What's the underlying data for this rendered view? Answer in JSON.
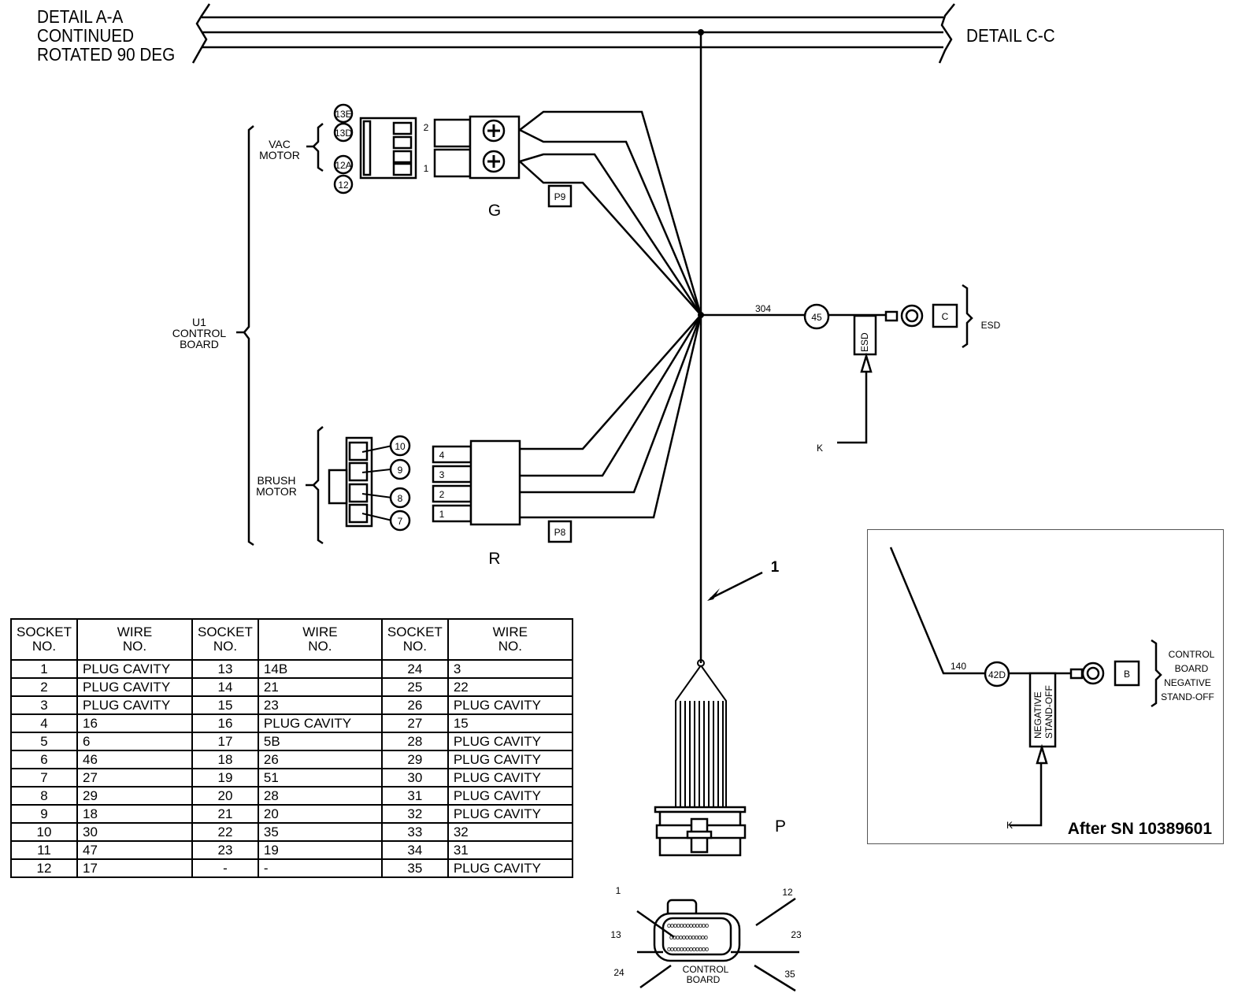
{
  "headers": {
    "left_detail": [
      "DETAIL A-A",
      "CONTINUED",
      "ROTATED 90 DEG"
    ],
    "right_detail": "DETAIL C-C"
  },
  "groups": {
    "control_board": [
      "U1",
      "CONTROL",
      "BOARD"
    ],
    "vac_motor": [
      "VAC",
      "MOTOR"
    ],
    "brush_motor": [
      "BRUSH",
      "MOTOR"
    ],
    "esd": "ESD"
  },
  "connector_g": {
    "label": "G",
    "plug": "P9",
    "wire_circles": [
      "13E",
      "13D",
      "12A",
      "12"
    ],
    "pins": [
      "2",
      "1"
    ]
  },
  "connector_r": {
    "label": "R",
    "plug": "P8",
    "wire_circles": [
      "10",
      "9",
      "8",
      "7"
    ],
    "pins": [
      "4",
      "3",
      "2",
      "1"
    ]
  },
  "esd_branch": {
    "wire": "304",
    "circle": "45",
    "tag": "ESD",
    "terminal_box": "C",
    "pointer": "K"
  },
  "callout": "1",
  "connector_p": {
    "label": "P",
    "face_label": [
      "CONTROL",
      "BOARD"
    ],
    "pin_labels": {
      "top_left": "1",
      "top_right": "12",
      "mid_left": "13",
      "mid_right": "23",
      "bottom_left": "24",
      "bottom_right": "35"
    }
  },
  "inset": {
    "wire": "140",
    "circle": "42D",
    "tag": [
      "NEGATIVE",
      "STAND-OFF"
    ],
    "terminal_box": "B",
    "group": [
      "CONTROL",
      "BOARD",
      "NEGATIVE",
      "STAND-OFF"
    ],
    "pointer": "K",
    "caption": "After SN 10389601"
  },
  "table": {
    "headers": [
      [
        "SOCKET",
        "NO."
      ],
      [
        "WIRE",
        "NO."
      ],
      [
        "SOCKET",
        "NO."
      ],
      [
        "WIRE",
        "NO."
      ],
      [
        "SOCKET",
        "NO."
      ],
      [
        "WIRE",
        "NO."
      ]
    ],
    "rows": [
      [
        "1",
        "PLUG CAVITY",
        "13",
        "14B",
        "24",
        "3"
      ],
      [
        "2",
        "PLUG CAVITY",
        "14",
        "21",
        "25",
        "22"
      ],
      [
        "3",
        "PLUG CAVITY",
        "15",
        "23",
        "26",
        "PLUG CAVITY"
      ],
      [
        "4",
        "16",
        "16",
        "PLUG CAVITY",
        "27",
        "15"
      ],
      [
        "5",
        "6",
        "17",
        "5B",
        "28",
        "PLUG CAVITY"
      ],
      [
        "6",
        "46",
        "18",
        "26",
        "29",
        "PLUG CAVITY"
      ],
      [
        "7",
        "27",
        "19",
        "51",
        "30",
        "PLUG CAVITY"
      ],
      [
        "8",
        "29",
        "20",
        "28",
        "31",
        "PLUG CAVITY"
      ],
      [
        "9",
        "18",
        "21",
        "20",
        "32",
        "PLUG CAVITY"
      ],
      [
        "10",
        "30",
        "22",
        "35",
        "33",
        "32"
      ],
      [
        "11",
        "47",
        "23",
        "19",
        "34",
        "31"
      ],
      [
        "12",
        "17",
        "-",
        "-",
        "35",
        "PLUG CAVITY"
      ]
    ]
  }
}
